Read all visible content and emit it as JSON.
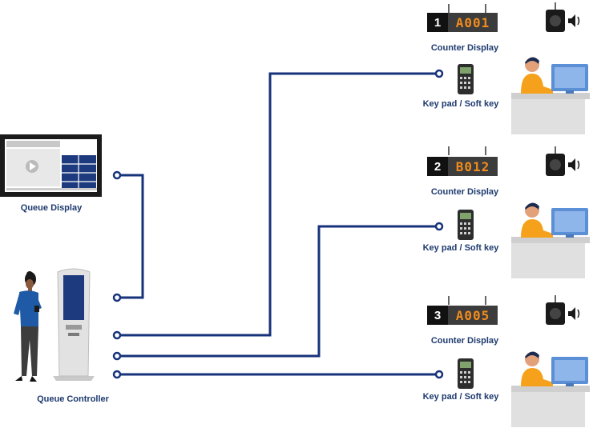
{
  "labels": {
    "queue_display": "Queue Display",
    "queue_controller": "Queue Controller"
  },
  "counters": [
    {
      "number": "1",
      "ticket": "A001",
      "display_label": "Counter Display",
      "keypad_label": "Key pad / Soft key"
    },
    {
      "number": "2",
      "ticket": "B012",
      "display_label": "Counter Display",
      "keypad_label": "Key pad / Soft key"
    },
    {
      "number": "3",
      "ticket": "A005",
      "display_label": "Counter Display",
      "keypad_label": "Key pad / Soft key"
    }
  ],
  "colors": {
    "line": "#16327a",
    "ticket_text": "#f28c1c",
    "label_text": "#1e3a6e",
    "shirt": "#f5a11c",
    "monitor": "#5b8fd6",
    "desk": "#d9d9d9"
  }
}
